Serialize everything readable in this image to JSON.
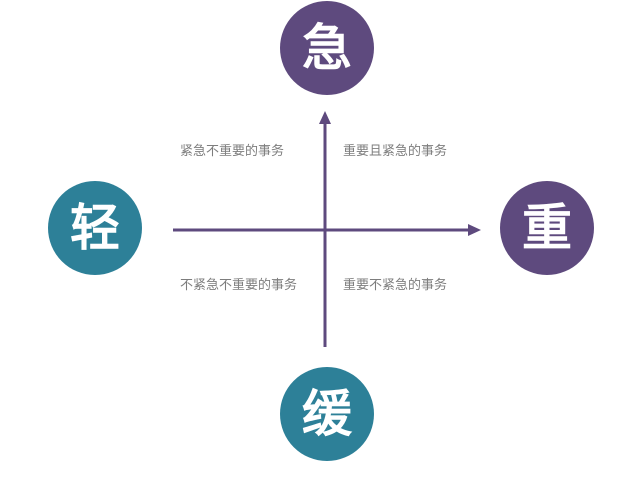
{
  "colors": {
    "purple": "#5e4a7e",
    "teal": "#2d8098",
    "axis": "#5e4a7e",
    "label_text": "#7d7d7d"
  },
  "poles": {
    "top": {
      "label": "急",
      "meaning": "urgent",
      "color": "purple"
    },
    "bottom": {
      "label": "缓",
      "meaning": "not urgent",
      "color": "teal"
    },
    "left": {
      "label": "轻",
      "meaning": "unimportant",
      "color": "teal"
    },
    "right": {
      "label": "重",
      "meaning": "important",
      "color": "purple"
    }
  },
  "quadrants": {
    "top_left": {
      "label": "紧急不重要的事务"
    },
    "top_right": {
      "label": "重要且紧急的事务"
    },
    "bottom_left": {
      "label": "不紧急不重要的事务"
    },
    "bottom_right": {
      "label": "重要不紧急的事务"
    }
  }
}
